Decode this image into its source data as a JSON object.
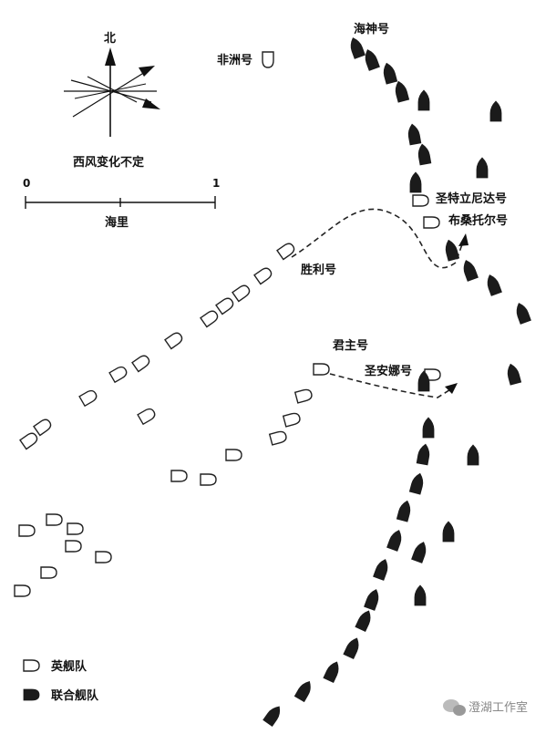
{
  "compass": {
    "north": "北",
    "wind_note": "西风变化不定"
  },
  "scale": {
    "start": "0",
    "end": "1",
    "unit": "海里"
  },
  "ship_labels": {
    "africa": "非洲号",
    "neptune": "海神号",
    "santisima": "圣特立尼达号",
    "bucentaure": "布桑托尔号",
    "victory": "胜利号",
    "sovereign": "君主号",
    "santa_ana": "圣安娜号"
  },
  "legend": {
    "british": "英舰队",
    "combined": "联合舰队"
  },
  "watermark": "澄湖工作室"
}
